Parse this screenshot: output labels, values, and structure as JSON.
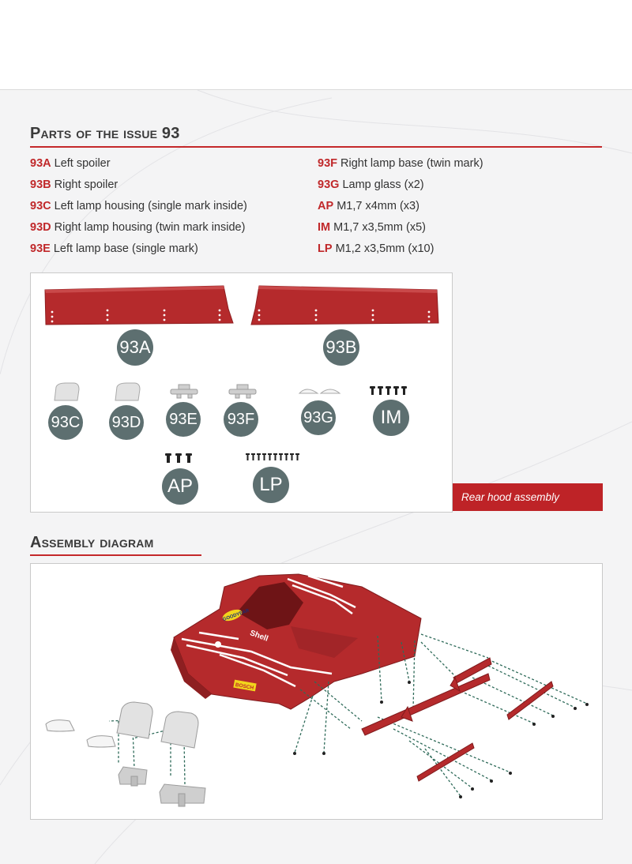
{
  "parts_section": {
    "title": "Parts of the issue 93",
    "left_column": [
      {
        "code": "93A",
        "desc": "Left spoiler"
      },
      {
        "code": "93B",
        "desc": "Right spoiler"
      },
      {
        "code": "93C",
        "desc": "Left lamp housing (single mark inside)"
      },
      {
        "code": "93D",
        "desc": "Right lamp housing (twin mark inside)"
      },
      {
        "code": "93E",
        "desc": "Left lamp base (single mark)"
      }
    ],
    "right_column": [
      {
        "code": "93F",
        "desc": "Right lamp base (twin mark)"
      },
      {
        "code": "93G",
        "desc": "Lamp glass (x2)"
      },
      {
        "code": "AP",
        "desc": "M1,7 x4mm (x3)"
      },
      {
        "code": "IM",
        "desc": "M1,7 x3,5mm (x5)"
      },
      {
        "code": "LP",
        "desc": "M1,2 x3,5mm (x10)"
      }
    ]
  },
  "parts_box": {
    "labels": {
      "a": "93A",
      "b": "93B",
      "c": "93C",
      "d": "93D",
      "e": "93E",
      "f": "93F",
      "g": "93G",
      "im": "IM",
      "ap": "AP",
      "lp": "LP"
    }
  },
  "caption": "Rear hood assembly",
  "assembly_section": {
    "title": "Assembly diagram",
    "decals": {
      "goodyear": "GOODYEAR",
      "shell": "Shell",
      "bosch": "BOSCH"
    }
  },
  "colors": {
    "accent": "#c0282a",
    "badge": "#5d6f70",
    "part_red": "#b52a2c"
  }
}
